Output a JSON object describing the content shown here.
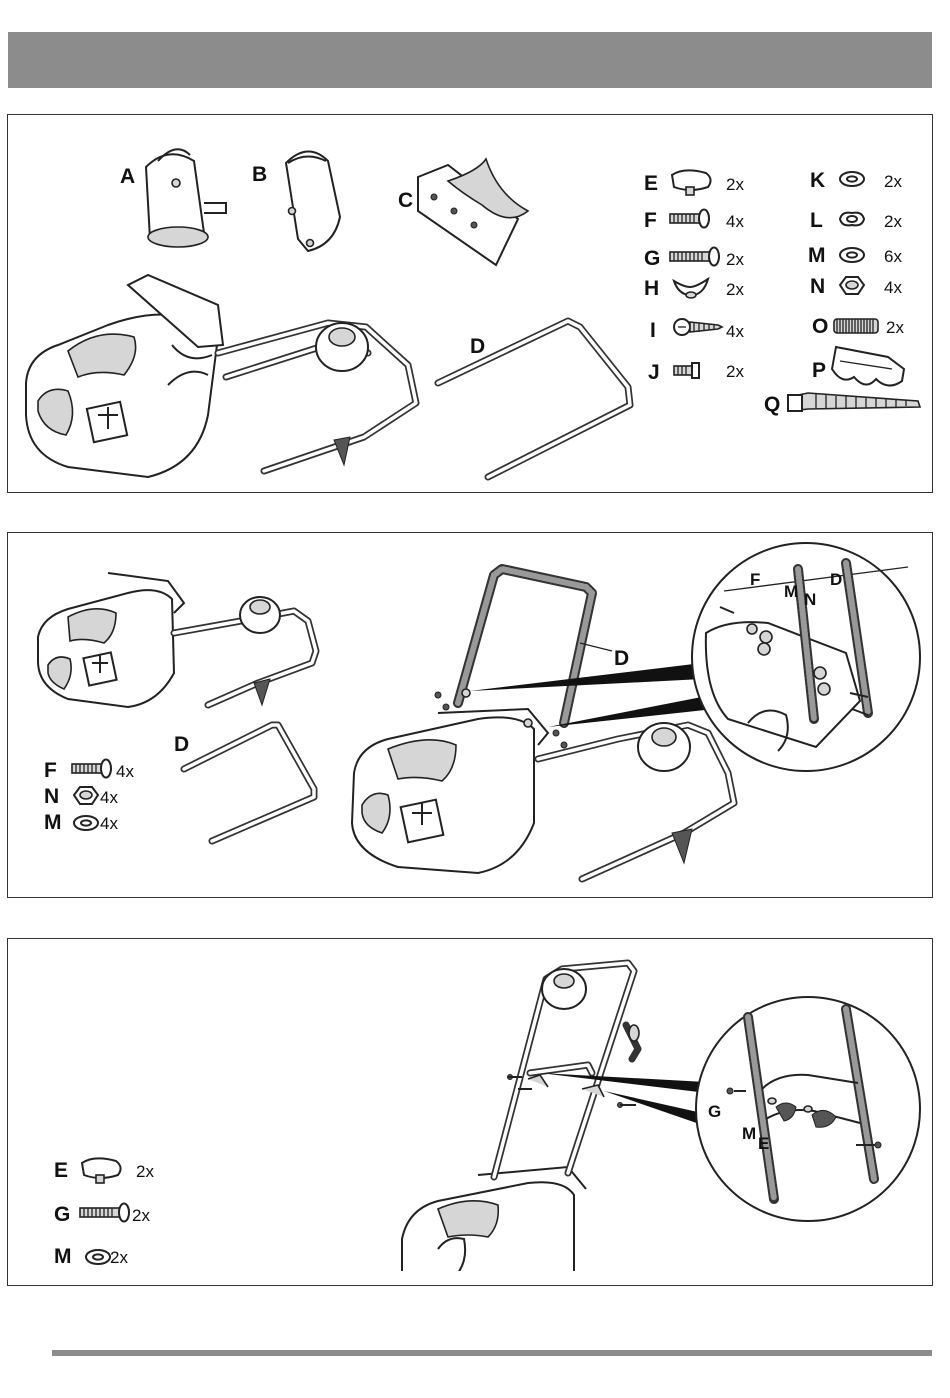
{
  "panel1": {
    "components": {
      "a": "A",
      "b": "B",
      "c": "C",
      "d": "D"
    },
    "parts": [
      {
        "letter": "E",
        "qty": "2x",
        "icon": "knob-icon"
      },
      {
        "letter": "F",
        "qty": "4x",
        "icon": "short-bolt-icon"
      },
      {
        "letter": "G",
        "qty": "2x",
        "icon": "long-bolt-icon"
      },
      {
        "letter": "H",
        "qty": "2x",
        "icon": "wing-nut-icon"
      },
      {
        "letter": "I",
        "qty": "4x",
        "icon": "screw-icon"
      },
      {
        "letter": "J",
        "qty": "2x",
        "icon": "small-bolt-icon"
      },
      {
        "letter": "K",
        "qty": "2x",
        "icon": "flat-washer-icon"
      },
      {
        "letter": "L",
        "qty": "2x",
        "icon": "shaped-washer-icon"
      },
      {
        "letter": "M",
        "qty": "6x",
        "icon": "washer-icon"
      },
      {
        "letter": "N",
        "qty": "4x",
        "icon": "hex-nut-icon"
      },
      {
        "letter": "O",
        "qty": "2x",
        "icon": "spring-icon"
      },
      {
        "letter": "P",
        "qty": "",
        "icon": "cable-clip-icon"
      },
      {
        "letter": "Q",
        "qty": "",
        "icon": "cable-tie-icon"
      }
    ]
  },
  "panel2": {
    "handle_label": "D",
    "main_handle_label": "D",
    "parts": [
      {
        "letter": "F",
        "qty": "4x",
        "icon": "short-bolt-icon"
      },
      {
        "letter": "N",
        "qty": "4x",
        "icon": "hex-nut-icon"
      },
      {
        "letter": "M",
        "qty": "4x",
        "icon": "washer-icon"
      }
    ],
    "detail": {
      "f": "F",
      "m": "M",
      "n": "N",
      "d": "D"
    }
  },
  "panel3": {
    "parts": [
      {
        "letter": "E",
        "qty": "2x",
        "icon": "knob-icon"
      },
      {
        "letter": "G",
        "qty": "2x",
        "icon": "long-bolt-icon"
      },
      {
        "letter": "M",
        "qty": "2x",
        "icon": "washer-icon"
      }
    ],
    "detail": {
      "g": "G",
      "m": "M",
      "e": "E"
    }
  },
  "colors": {
    "header_bar": "#8c8c8c",
    "line": "#222222"
  }
}
